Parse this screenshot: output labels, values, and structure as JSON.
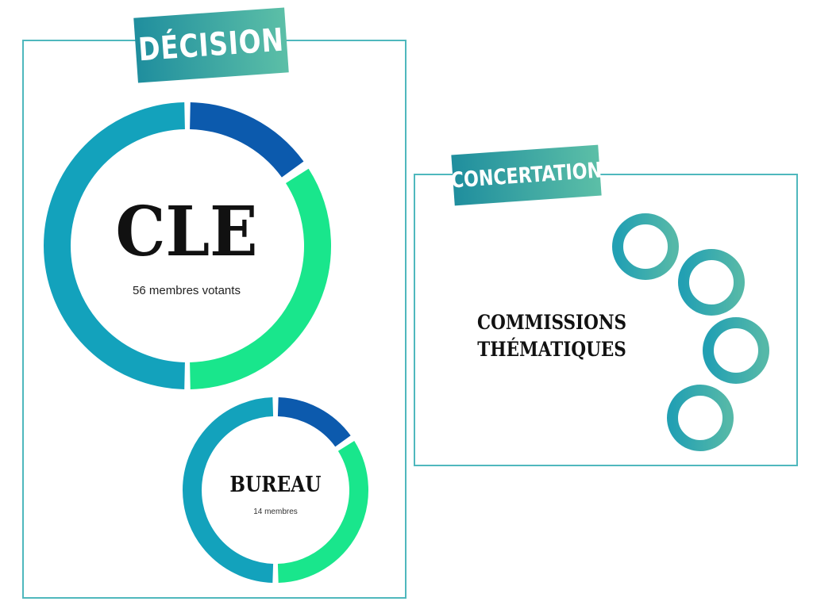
{
  "decision": {
    "tag": "DÉCISION",
    "cle": {
      "title": "CLE",
      "subtitle": "56 membres votants"
    },
    "bureau": {
      "title": "BUREAU",
      "subtitle": "14 membres"
    }
  },
  "concertation": {
    "tag": "CONCERTATION",
    "label_line1": "COMMISSIONS",
    "label_line2": "THÉMATIQUES"
  },
  "colors": {
    "frame": "#4fb8bd",
    "ring_teal": "#13a2bc",
    "ring_navy": "#0c5aad",
    "ring_green": "#19e68c",
    "small_ring_start": "#22a0b3",
    "small_ring_end": "#55b8a8"
  }
}
